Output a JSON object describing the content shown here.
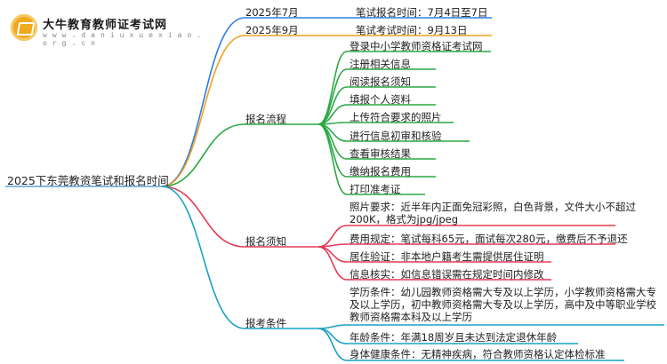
{
  "site": {
    "name": "大牛教育教师证考试网",
    "url": "w w w . d a n i u x u e x i a o . o r g . c n"
  },
  "mindmap": {
    "root": "2025下东莞教资笔试和报名时间",
    "dates": [
      {
        "label": "2025年7月",
        "detail": "笔试报名时间：7月4日至7日",
        "color": "#2f7de1"
      },
      {
        "label": "2025年9月",
        "detail": "笔试考试时间：9月13日",
        "color": "#f0a020"
      }
    ],
    "process": {
      "label": "报名流程",
      "color": "#2aa844",
      "steps": [
        "登录中小学教师资格证考试网",
        "注册相关信息",
        "阅读报名须知",
        "填报个人资料",
        "上传符合要求的照片",
        "进行信息初审和核验",
        "查看审核结果",
        "缴纳报名费用",
        "打印准考证"
      ]
    },
    "notice": {
      "label": "报名须知",
      "color": "#e53a57",
      "items": [
        "照片要求：近半年内正面免冠彩照，白色背景，文件大小不超过200K，格式为jpg/jpeg",
        "费用规定：笔试每科65元，面试每次280元，缴费后不予退还",
        "居住验证：非本地户籍考生需提供居住证明",
        "信息核实：如信息错误需在规定时间内修改"
      ]
    },
    "conditions": {
      "label": "报考条件",
      "color": "#18a3c4",
      "items": [
        "学历条件：幼儿园教师资格需大专及以上学历，小学教师资格需大专及以上学历，初中教师资格需大专及以上学历，高中及中等职业学校教师资格需本科及以上学历",
        "年龄条件：年满18周岁且未达到法定退休年龄",
        "身体健康条件：无精神疾病，符合教师资格认定体检标准"
      ]
    }
  }
}
